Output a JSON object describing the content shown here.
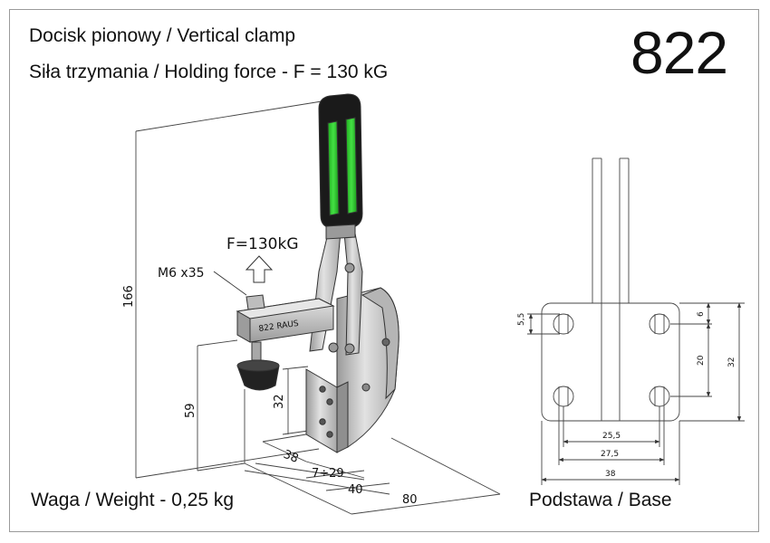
{
  "header": {
    "line1": "Docisk pionowy / Vertical clamp",
    "line2": "Siła trzymania / Holding force - F = 130 kG",
    "model": "822"
  },
  "footer": {
    "weight": "Waga / Weight - 0,25 kg",
    "base": "Podstawa / Base"
  },
  "clamp_view": {
    "force_label": "F=130kG",
    "spindle_label": "M6 x35",
    "arm_marking": "822 RAUS",
    "dims": {
      "height_total": "166",
      "height_spindle": "59",
      "height_base": "32",
      "depth_base": "38",
      "spindle_range": "7÷29",
      "length_40": "40",
      "length_80": "80"
    }
  },
  "base_view": {
    "dims": {
      "hole": "5,5",
      "top_offset": "6",
      "hole_spacing_v": "20",
      "height": "32",
      "hole_spacing_h": "25,5",
      "width_inner": "27,5",
      "width": "38"
    }
  },
  "colors": {
    "handle_green": "#2ecc2e",
    "handle_black": "#1a1a1a",
    "steel": "#c7c7c7",
    "steel_dark": "#8e8e8e",
    "line": "#333333"
  }
}
